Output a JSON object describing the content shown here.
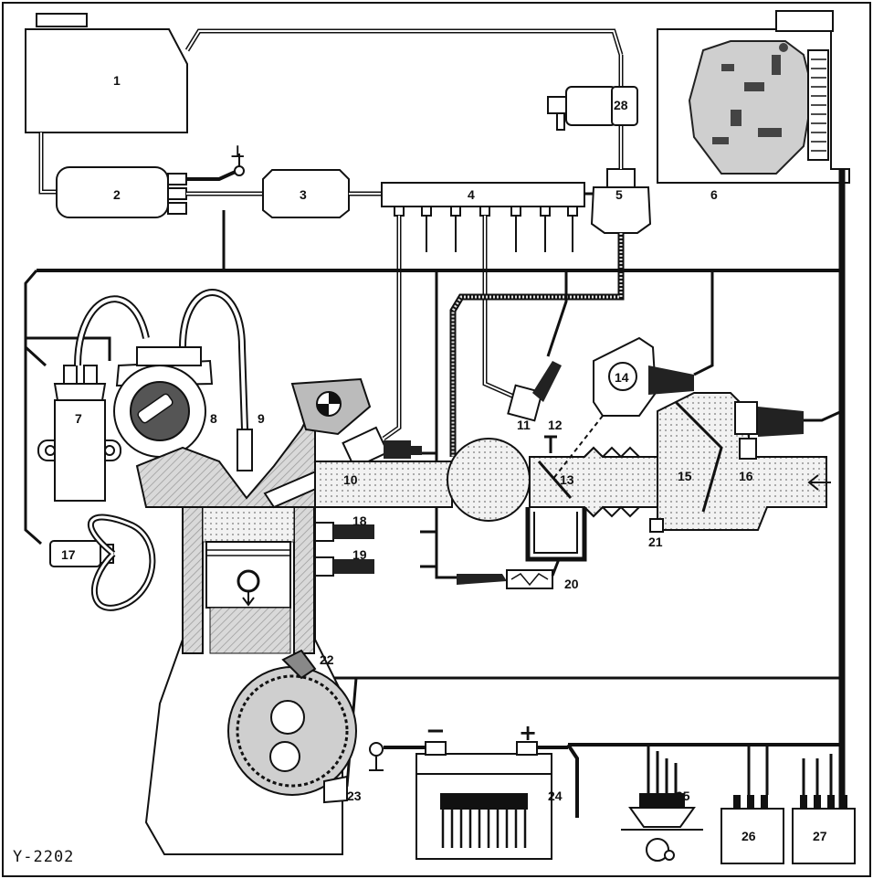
{
  "figure_code": "Y-2202",
  "symbols": {
    "ground": "⊥",
    "minus": "−",
    "plus": "+"
  },
  "labels": [
    {
      "id": "1",
      "text": "1"
    },
    {
      "id": "2",
      "text": "2"
    },
    {
      "id": "3",
      "text": "3"
    },
    {
      "id": "4",
      "text": "4"
    },
    {
      "id": "5",
      "text": "5"
    },
    {
      "id": "6",
      "text": "6"
    },
    {
      "id": "7",
      "text": "7"
    },
    {
      "id": "8",
      "text": "8"
    },
    {
      "id": "9",
      "text": "9"
    },
    {
      "id": "10",
      "text": "10"
    },
    {
      "id": "11",
      "text": "11"
    },
    {
      "id": "12",
      "text": "12"
    },
    {
      "id": "13",
      "text": "13"
    },
    {
      "id": "14",
      "text": "14"
    },
    {
      "id": "15",
      "text": "15"
    },
    {
      "id": "16",
      "text": "16"
    },
    {
      "id": "17",
      "text": "17"
    },
    {
      "id": "18",
      "text": "18"
    },
    {
      "id": "19",
      "text": "19"
    },
    {
      "id": "20",
      "text": "20"
    },
    {
      "id": "21",
      "text": "21"
    },
    {
      "id": "22",
      "text": "22"
    },
    {
      "id": "23",
      "text": "23"
    },
    {
      "id": "24",
      "text": "24"
    },
    {
      "id": "25",
      "text": "25"
    },
    {
      "id": "26",
      "text": "26"
    },
    {
      "id": "27",
      "text": "27"
    },
    {
      "id": "28",
      "text": "28"
    }
  ]
}
